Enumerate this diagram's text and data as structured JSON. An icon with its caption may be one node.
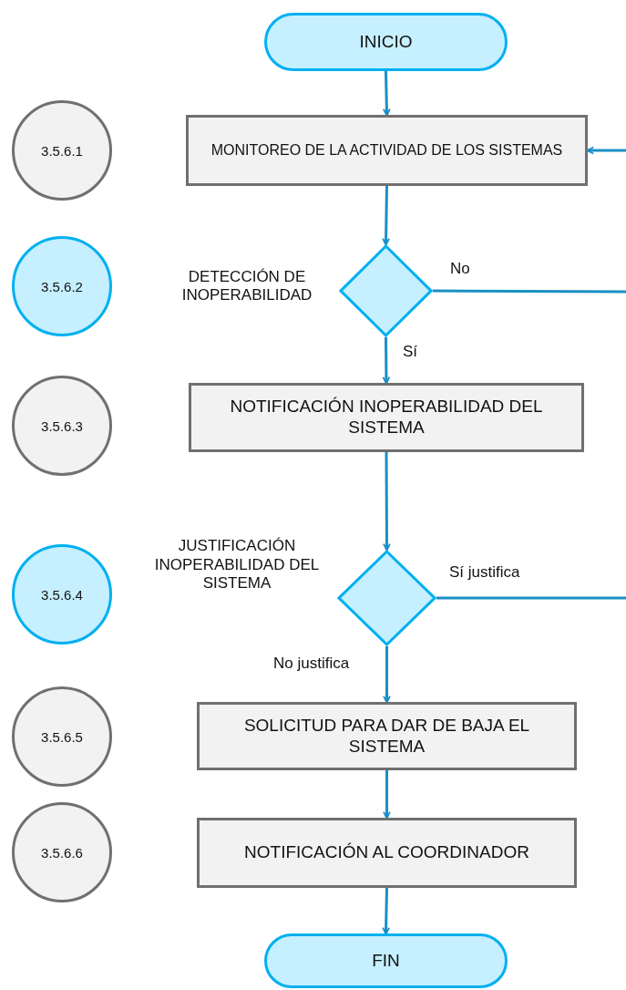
{
  "diagram": {
    "nodes": [
      {
        "text": [
          "INICIO"
        ]
      },
      {
        "text": [
          "3.5.6.1"
        ]
      },
      {
        "text": [
          "MONITOREO DE LA ACTIVIDAD DE LOS SISTEMAS"
        ]
      },
      {
        "text": [
          "3.5.6.2"
        ]
      },
      {
        "text": [],
        "shape": "diamond",
        "beside": [
          "DETECCIÓN DE INOPERABILIDAD"
        ]
      },
      {
        "text": [
          "3.5.6.3"
        ]
      },
      {
        "text": [
          "NOTIFICACIÓN INOPERABILIDAD DEL SISTEMA"
        ]
      },
      {
        "text": [
          "3.5.6.4"
        ]
      },
      {
        "text": [],
        "shape": "diamond",
        "beside": [
          "JUSTIFICACIÓN INOPERABILIDAD DEL SISTEMA"
        ]
      },
      {
        "text": [
          "3.5.6.5"
        ]
      },
      {
        "text": [
          "SOLICITUD PARA DAR DE BAJA EL SISTEMA"
        ]
      },
      {
        "text": [
          "3.5.6.6"
        ]
      },
      {
        "text": [
          "NOTIFICACIÓN AL COORDINADOR"
        ]
      },
      {
        "text": [
          "FIN"
        ]
      }
    ],
    "edges": [
      {
        "from": 0,
        "to": 2,
        "arrow": "to"
      },
      {
        "from": 2,
        "to": 4,
        "arrow": "to"
      },
      {
        "from": 4,
        "to": 6,
        "arrow": "to",
        "label": "Sí"
      },
      {
        "from": 4,
        "to": null,
        "arrow": "none",
        "label": "No"
      },
      {
        "from": null,
        "to": 2,
        "arrow": "to"
      },
      {
        "from": 6,
        "to": 8,
        "arrow": "to"
      },
      {
        "from": 8,
        "to": 10,
        "arrow": "to",
        "label": "No justifica"
      },
      {
        "from": 8,
        "to": null,
        "arrow": "none",
        "label": "Sí justifica"
      },
      {
        "from": 10,
        "to": 12,
        "arrow": "to"
      },
      {
        "from": 12,
        "to": 13,
        "arrow": "to"
      }
    ]
  }
}
